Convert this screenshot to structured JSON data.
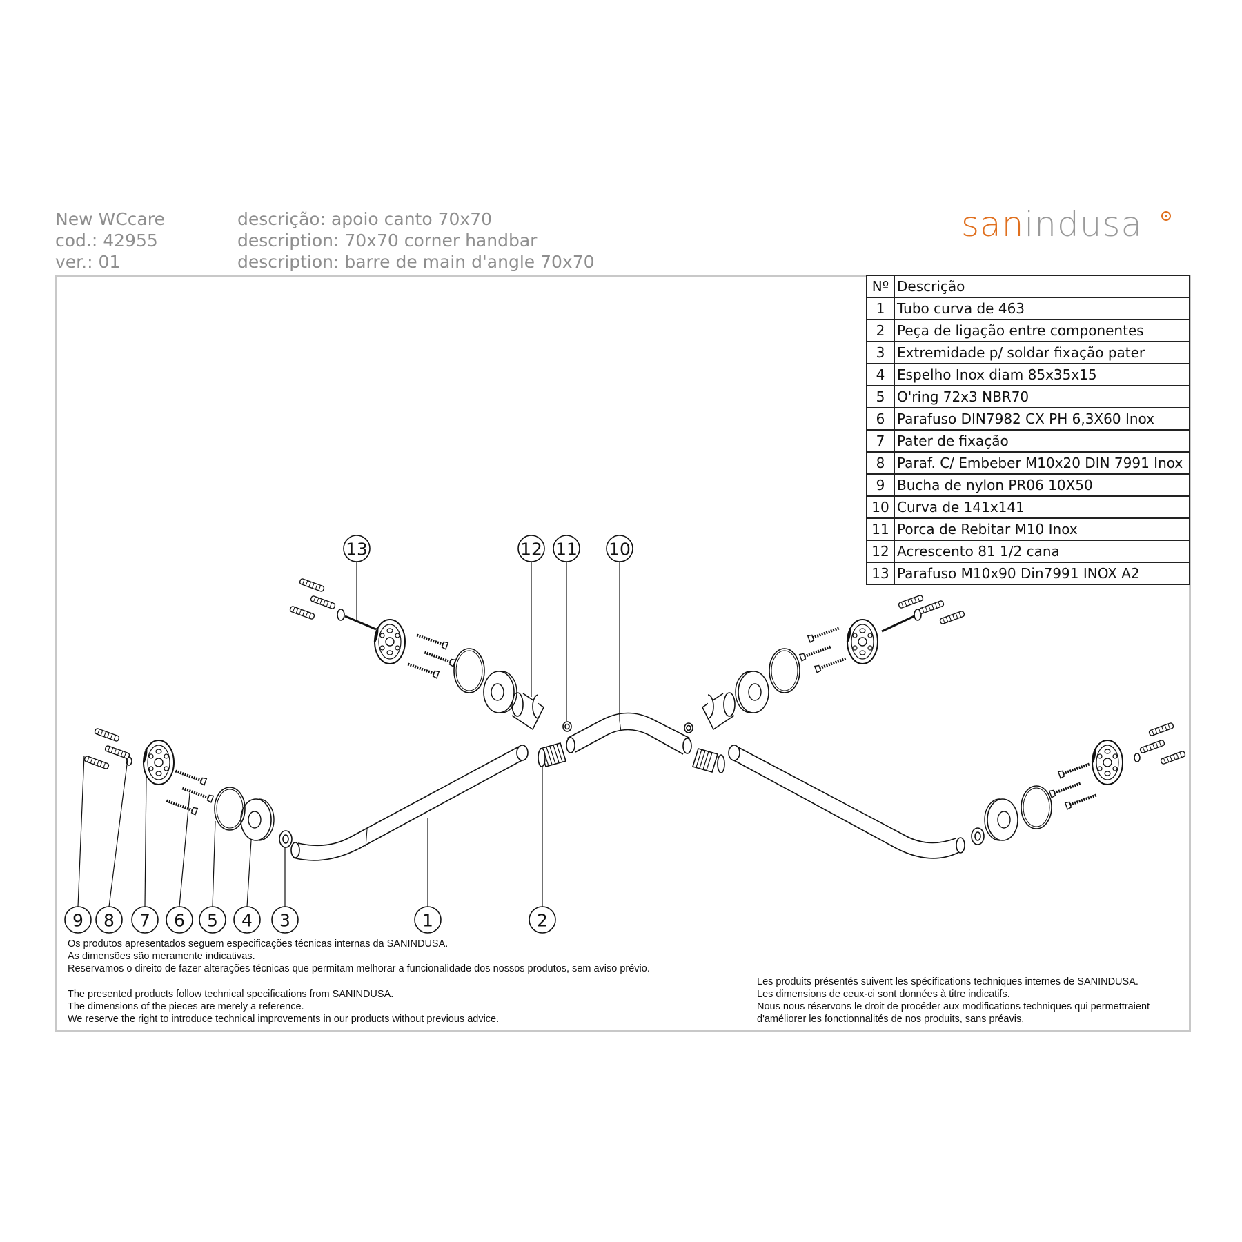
{
  "header": {
    "product": "New WCcare",
    "code": "cod.: 42955",
    "version": "ver.: 01",
    "desc_pt": "descrição: apoio canto 70x70",
    "desc_en": "description: 70x70 corner handbar",
    "desc_fr": "description: barre de main d'angle 70x70"
  },
  "logo": {
    "part1": "san",
    "part2": "indusa",
    "accent": "#e0701f",
    "grey": "#9a9a9a"
  },
  "parts_table": {
    "col_no": "Nº",
    "col_desc": "Descrição",
    "rows": [
      {
        "no": "1",
        "desc": "Tubo curva de 463"
      },
      {
        "no": "2",
        "desc": "Peça de ligação entre componentes"
      },
      {
        "no": "3",
        "desc": "Extremidade p/ soldar fixação pater"
      },
      {
        "no": "4",
        "desc": "Espelho Inox diam 85x35x15"
      },
      {
        "no": "5",
        "desc": "O'ring 72x3  NBR70"
      },
      {
        "no": "6",
        "desc": "Parafuso DIN7982 CX PH 6,3X60 Inox"
      },
      {
        "no": "7",
        "desc": "Pater de fixação"
      },
      {
        "no": "8",
        "desc": "Paraf. C/ Embeber  M10x20 DIN 7991 Inox"
      },
      {
        "no": "9",
        "desc": "Bucha de nylon PR06 10X50"
      },
      {
        "no": "10",
        "desc": "Curva de 141x141"
      },
      {
        "no": "11",
        "desc": "Porca de Rebitar M10 Inox"
      },
      {
        "no": "12",
        "desc": "Acrescento 81 1/2 cana"
      },
      {
        "no": "13",
        "desc": "Parafuso M10x90 Din7991 INOX A2"
      }
    ]
  },
  "callouts": [
    "9",
    "8",
    "7",
    "6",
    "5",
    "4",
    "3",
    "1",
    "2",
    "13",
    "12",
    "11",
    "10"
  ],
  "disclaimer": {
    "pt": [
      "Os produtos apresentados seguem especificações técnicas internas da SANINDUSA.",
      "As dimensões são meramente indicativas.",
      "Reservamos o direito de fazer alterações técnicas que permitam melhorar a funcionalidade dos nossos produtos, sem aviso prévio."
    ],
    "en": [
      "The presented products follow technical specifications from SANINDUSA.",
      "The dimensions of the pieces are merely a reference.",
      "We reserve the right to introduce technical improvements in our products without previous advice."
    ],
    "fr": [
      "Les produits présentés suivent les spécifications techniques internes de SANINDUSA.",
      "Les dimensions de ceux-ci sont données à titre indicatifs.",
      "Nous nous réservons le droit de procéder aux modifications techniques qui permettraient",
      "d'améliorer les fonctionnalités de nos produits, sans préavis."
    ]
  }
}
